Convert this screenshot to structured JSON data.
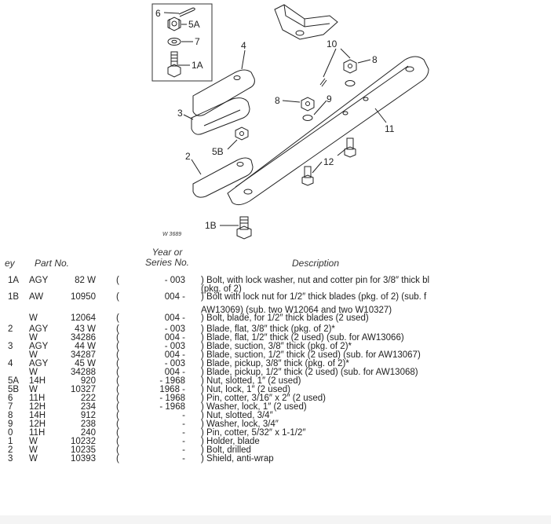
{
  "illustration": {
    "callouts": {
      "c6": "6",
      "c5a": "5A",
      "c7": "7",
      "c1a": "1A",
      "c4": "4",
      "c3": "3",
      "c5b": "5B",
      "c2": "2",
      "c1b": "1B",
      "c10": "10",
      "c8a": "8",
      "c8b": "8",
      "c9": "9",
      "c11": "11",
      "c12": "12"
    },
    "figure_id": "W 3689"
  },
  "table": {
    "headers": {
      "key": "ey",
      "part_no": "Part No.",
      "year_line1": "Year or",
      "year_line2": "Series No.",
      "description": "Description"
    },
    "rows": [
      {
        "key": "1A",
        "pre": "AGY",
        "num": "82 W",
        "paren": "(",
        "year": "- 003",
        "desc": ") Bolt, with lock washer, nut and cotter pin for 3/8″ thick bl"
      },
      {
        "key": "",
        "pre": "",
        "num": "",
        "paren": "",
        "year": "",
        "desc": "(pkg. of 2)"
      },
      {
        "key": "1B",
        "pre": "AW",
        "num": "10950",
        "paren": "(",
        "year": "004 -",
        "desc": ") Bolt with lock nut for 1/2″ thick blades (pkg. of 2) (sub. f"
      },
      {
        "key": "",
        "pre": "",
        "num": "",
        "paren": "",
        "year": "",
        "desc": "AW13069) (sub. two W12064 and two W10327)"
      },
      {
        "key": "",
        "pre": "W",
        "num": "12064",
        "paren": "(",
        "year": "004 -",
        "desc": ") Bolt, blade, for 1/2″ thick blades (2 used)"
      },
      {
        "key": "2",
        "pre": "AGY",
        "num": "43 W",
        "paren": "(",
        "year": "- 003",
        "desc": ") Blade, flat, 3/8″ thick (pkg. of 2)*"
      },
      {
        "key": "",
        "pre": "W",
        "num": "34286",
        "paren": "(",
        "year": "004 -",
        "desc": ") Blade, flat, 1/2″ thick (2 used) (sub. for AW13066)"
      },
      {
        "key": "3",
        "pre": "AGY",
        "num": "44 W",
        "paren": "(",
        "year": "- 003",
        "desc": ") Blade, suction, 3/8″ thick (pkg. of 2)*"
      },
      {
        "key": "",
        "pre": "W",
        "num": "34287",
        "paren": "(",
        "year": "004 -",
        "desc": ") Blade, suction, 1/2″ thick (2 used) (sub. for AW13067)"
      },
      {
        "key": "4",
        "pre": "AGY",
        "num": "45 W",
        "paren": "(",
        "year": "- 003",
        "desc": ") Blade, pickup, 3/8″ thick (pkg. of 2)*"
      },
      {
        "key": "",
        "pre": "W",
        "num": "34288",
        "paren": "(",
        "year": "004 -",
        "desc": ") Blade, pickup, 1/2″ thick (2 used) (sub. for AW13068)"
      },
      {
        "key": "5A",
        "pre": "14H",
        "num": "920",
        "paren": "(",
        "year": "- 1968",
        "desc": ") Nut, slotted, 1″ (2 used)"
      },
      {
        "key": "5B",
        "pre": "W",
        "num": "10327",
        "paren": "(",
        "year": "1968 -",
        "desc": ") Nut, lock, 1″ (2 used)"
      },
      {
        "key": "6",
        "pre": "11H",
        "num": "222",
        "paren": "(",
        "year": "- 1968",
        "desc": ") Pin, cotter, 3/16″ x 2″ (2 used)"
      },
      {
        "key": "7",
        "pre": "12H",
        "num": "234",
        "paren": "(",
        "year": "- 1968",
        "desc": ") Washer, lock, 1″ (2 used)"
      },
      {
        "key": "8",
        "pre": "14H",
        "num": "912",
        "paren": "(",
        "year": "-",
        "desc": ") Nut, slotted, 3/4″"
      },
      {
        "key": "9",
        "pre": "12H",
        "num": "238",
        "paren": "(",
        "year": "-",
        "desc": ") Washer, lock, 3/4″"
      },
      {
        "key": "0",
        "pre": "11H",
        "num": "240",
        "paren": "(",
        "year": "-",
        "desc": ") Pin, cotter, 5/32″ x 1-1/2″"
      },
      {
        "key": "1",
        "pre": "W",
        "num": "10232",
        "paren": "(",
        "year": "-",
        "desc": ") Holder, blade"
      },
      {
        "key": "2",
        "pre": "W",
        "num": "10235",
        "paren": "(",
        "year": "-",
        "desc": ") Bolt, drilled"
      },
      {
        "key": "3",
        "pre": "W",
        "num": "10393",
        "paren": "(",
        "year": "-",
        "desc": ") Shield, anti-wrap"
      }
    ]
  }
}
